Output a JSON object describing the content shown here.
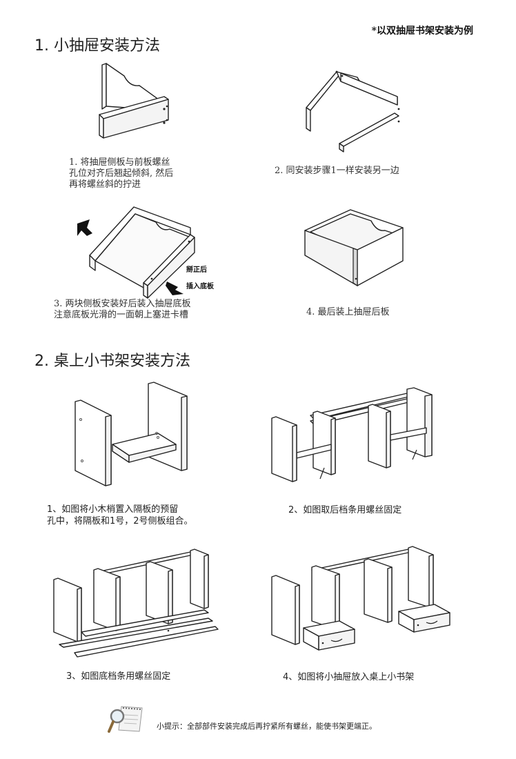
{
  "note": "*以双抽屉书架安装为例",
  "section1": {
    "title": "1. 小抽屉安装方法",
    "steps": [
      {
        "lines": [
          "1. 将抽屉侧板与前板螺丝",
          "孔位对齐后翘起倾斜, 然后",
          "再将螺丝斜的拧进"
        ]
      },
      {
        "lines": [
          "2. 同安装步骤1一样安装另一边"
        ]
      },
      {
        "lines": [
          "3. 两块侧板安装好后装入抽屉底板",
          "注意底板光滑的一面朝上塞进卡槽"
        ]
      },
      {
        "lines": [
          "4. 最后装上抽屉后板"
        ]
      }
    ],
    "annotation_top": "掰正后",
    "annotation_bottom": "插入底板"
  },
  "section2": {
    "title": "2. 桌上小书架安装方法",
    "steps": [
      {
        "lines": [
          "1、如图将小木梢置入隔板的预留",
          "孔中，将隔板和1号，2号侧板组合。"
        ]
      },
      {
        "lines": [
          "2、如图取后档条用螺丝固定"
        ]
      },
      {
        "lines": [
          "3、如图底档条用螺丝固定"
        ]
      },
      {
        "lines": [
          "4、如图将小抽屉放入桌上小书架"
        ]
      }
    ]
  },
  "tip": {
    "icon": "magnifier-note-icon",
    "text": "小提示：全部部件安装完成后再拧紧所有螺丝，能使书架更端正。"
  }
}
